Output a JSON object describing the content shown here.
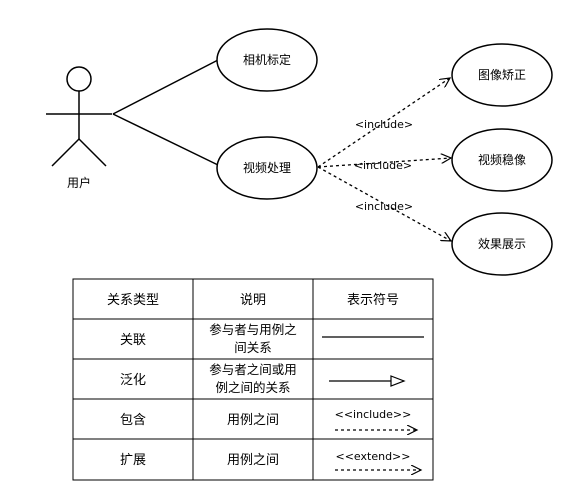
{
  "actor": {
    "label": "用户"
  },
  "use_cases": {
    "camera": "相机标定",
    "video": "视频处理",
    "image_correct": "图像矫正",
    "stabilize": "视频稳像",
    "display": "效果展示"
  },
  "include_labels": [
    "<include>",
    "<include>",
    "<include>"
  ],
  "table": {
    "headers": [
      "关系类型",
      "说明",
      "表示符号"
    ],
    "rows": [
      {
        "type": "关联",
        "desc_line1": "参与者与用例之",
        "desc_line2": "间关系",
        "symbol_label": ""
      },
      {
        "type": "泛化",
        "desc_line1": "参与者之间或用",
        "desc_line2": "例之间的关系",
        "symbol_label": ""
      },
      {
        "type": "包含",
        "desc_line1": "用例之间",
        "desc_line2": "",
        "symbol_label": "<<include>>"
      },
      {
        "type": "扩展",
        "desc_line1": "用例之间",
        "desc_line2": "",
        "symbol_label": "<<extend>>"
      }
    ]
  }
}
